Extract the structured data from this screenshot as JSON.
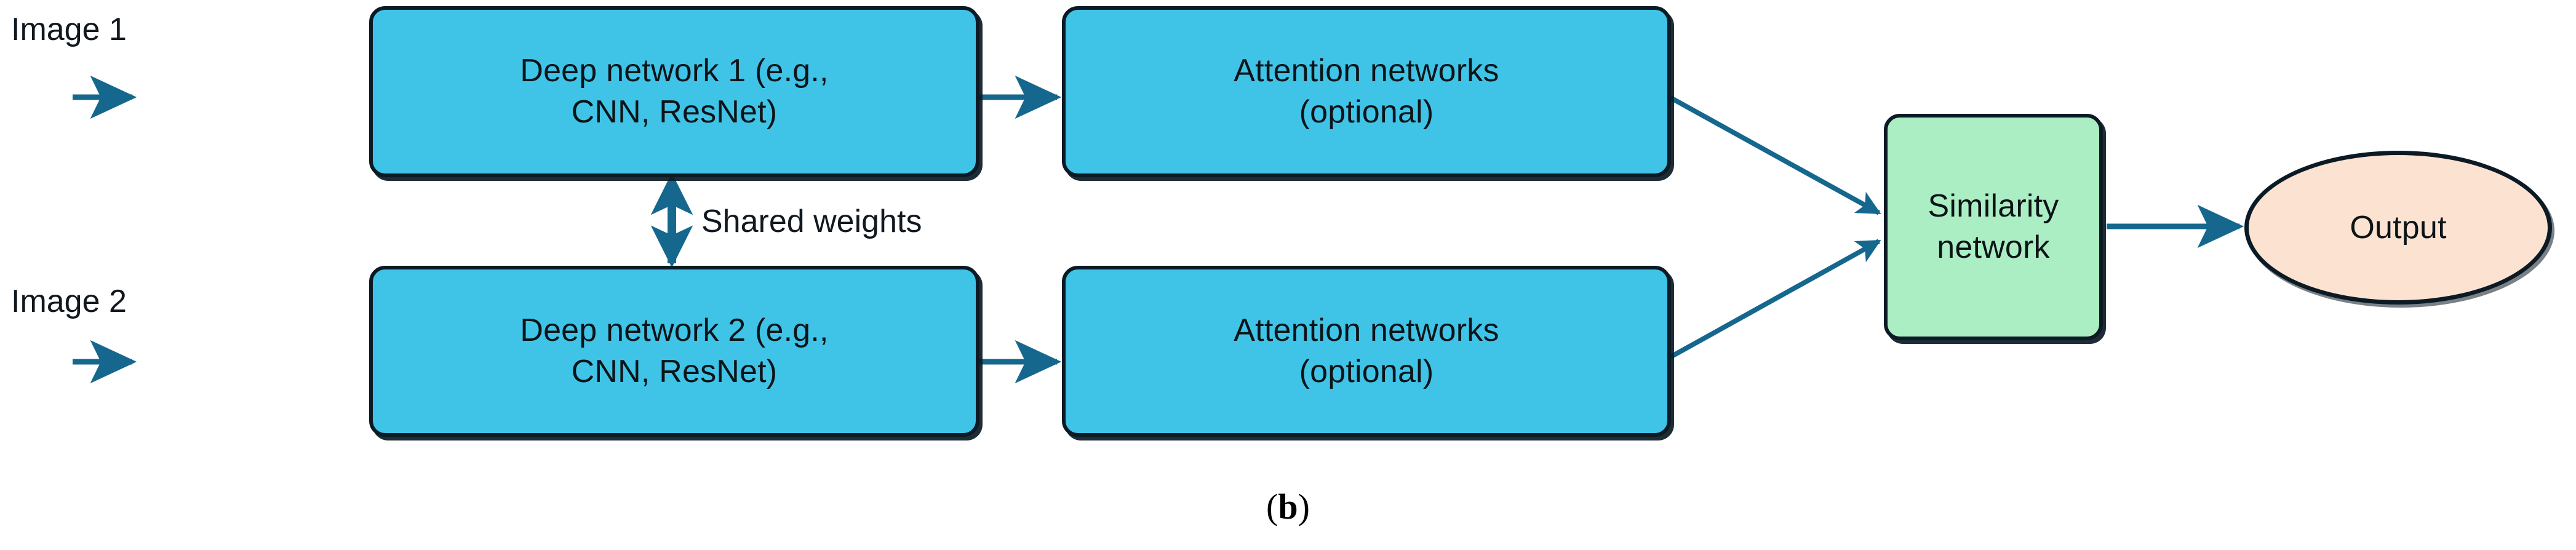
{
  "figure": {
    "caption_prefix": "(",
    "caption_letter": "b",
    "caption_suffix": ")",
    "caption_full": "(b)"
  },
  "colors": {
    "box_blue_fill": "#3FC4E8",
    "box_green_fill": "#ACEEC4",
    "ellipse_fill": "#FCE2D0",
    "node_stroke": "#0B1A24",
    "arrow": "#15678E",
    "background": "#FFFFFF",
    "text": "#111820"
  },
  "inputs": [
    {
      "id": "image-1",
      "label": "Image 1"
    },
    {
      "id": "image-2",
      "label": "Image 2"
    }
  ],
  "nodes": [
    {
      "id": "deep-network-1",
      "label": "Deep network 1 (e.g.,\nCNN, ResNet)",
      "shape": "rounded-rect",
      "fill": "#3FC4E8"
    },
    {
      "id": "attention-networks-1",
      "label": "Attention networks\n(optional)",
      "shape": "rounded-rect",
      "fill": "#3FC4E8"
    },
    {
      "id": "deep-network-2",
      "label": "Deep network 2 (e.g.,\nCNN, ResNet)",
      "shape": "rounded-rect",
      "fill": "#3FC4E8"
    },
    {
      "id": "attention-networks-2",
      "label": "Attention networks\n(optional)",
      "shape": "rounded-rect",
      "fill": "#3FC4E8"
    },
    {
      "id": "similarity-network",
      "label": "Similarity\nnetwork",
      "shape": "rounded-rect",
      "fill": "#ACEEC4"
    },
    {
      "id": "output",
      "label": "Output",
      "shape": "ellipse",
      "fill": "#FCE2D0"
    }
  ],
  "annotations": [
    {
      "id": "shared-weights",
      "label": "Shared weights",
      "arrow": "double-headed-vertical"
    }
  ],
  "edges": [
    {
      "from": "image-1",
      "to": "deep-network-1",
      "style": "straight-arrow"
    },
    {
      "from": "deep-network-1",
      "to": "attention-networks-1",
      "style": "straight-arrow"
    },
    {
      "from": "attention-networks-1",
      "to": "similarity-network",
      "style": "diagonal-arrow"
    },
    {
      "from": "image-2",
      "to": "deep-network-2",
      "style": "straight-arrow"
    },
    {
      "from": "deep-network-2",
      "to": "attention-networks-2",
      "style": "straight-arrow"
    },
    {
      "from": "attention-networks-2",
      "to": "similarity-network",
      "style": "diagonal-arrow"
    },
    {
      "from": "deep-network-1",
      "to": "deep-network-2",
      "style": "double-headed-arrow"
    },
    {
      "from": "similarity-network",
      "to": "output",
      "style": "straight-arrow"
    }
  ]
}
